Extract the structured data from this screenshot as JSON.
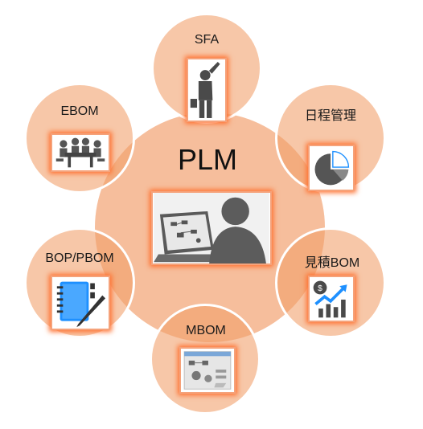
{
  "center": {
    "label": "PLM",
    "icon": "engineer-at-workstation-icon"
  },
  "nodes": [
    {
      "id": "sfa",
      "label": "SFA",
      "icon": "presenter-pointing-icon"
    },
    {
      "id": "schedule",
      "label": "日程管理",
      "icon": "pie-chart-icon"
    },
    {
      "id": "estimate-bom",
      "label": "見積BOM",
      "icon": "money-growth-chart-icon"
    },
    {
      "id": "mbom",
      "label": "MBOM",
      "icon": "process-diagram-icon"
    },
    {
      "id": "bop-pbom",
      "label": "BOP/PBOM",
      "icon": "notebook-pen-icon"
    },
    {
      "id": "ebom",
      "label": "EBOM",
      "icon": "meeting-table-icon"
    }
  ],
  "colors": {
    "circle_fill": "#f19e69",
    "icon_glow": "#ff6f2d",
    "icon_dark": "#4a4a4a",
    "icon_blue": "#1e90ff"
  }
}
